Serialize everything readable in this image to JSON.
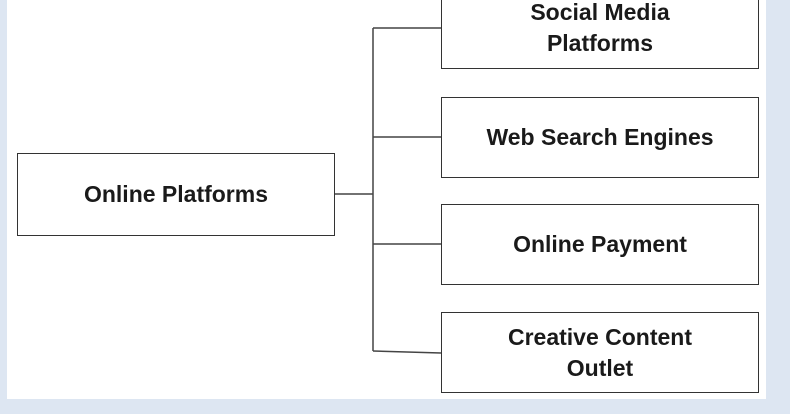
{
  "diagram": {
    "root": {
      "label": "Online Platforms"
    },
    "children": [
      {
        "line1": "Social Media",
        "line2": "Platforms"
      },
      {
        "line1": "Web Search Engines",
        "line2": ""
      },
      {
        "line1": "Online Payment",
        "line2": ""
      },
      {
        "line1": "Creative Content",
        "line2": "Outlet"
      }
    ]
  }
}
